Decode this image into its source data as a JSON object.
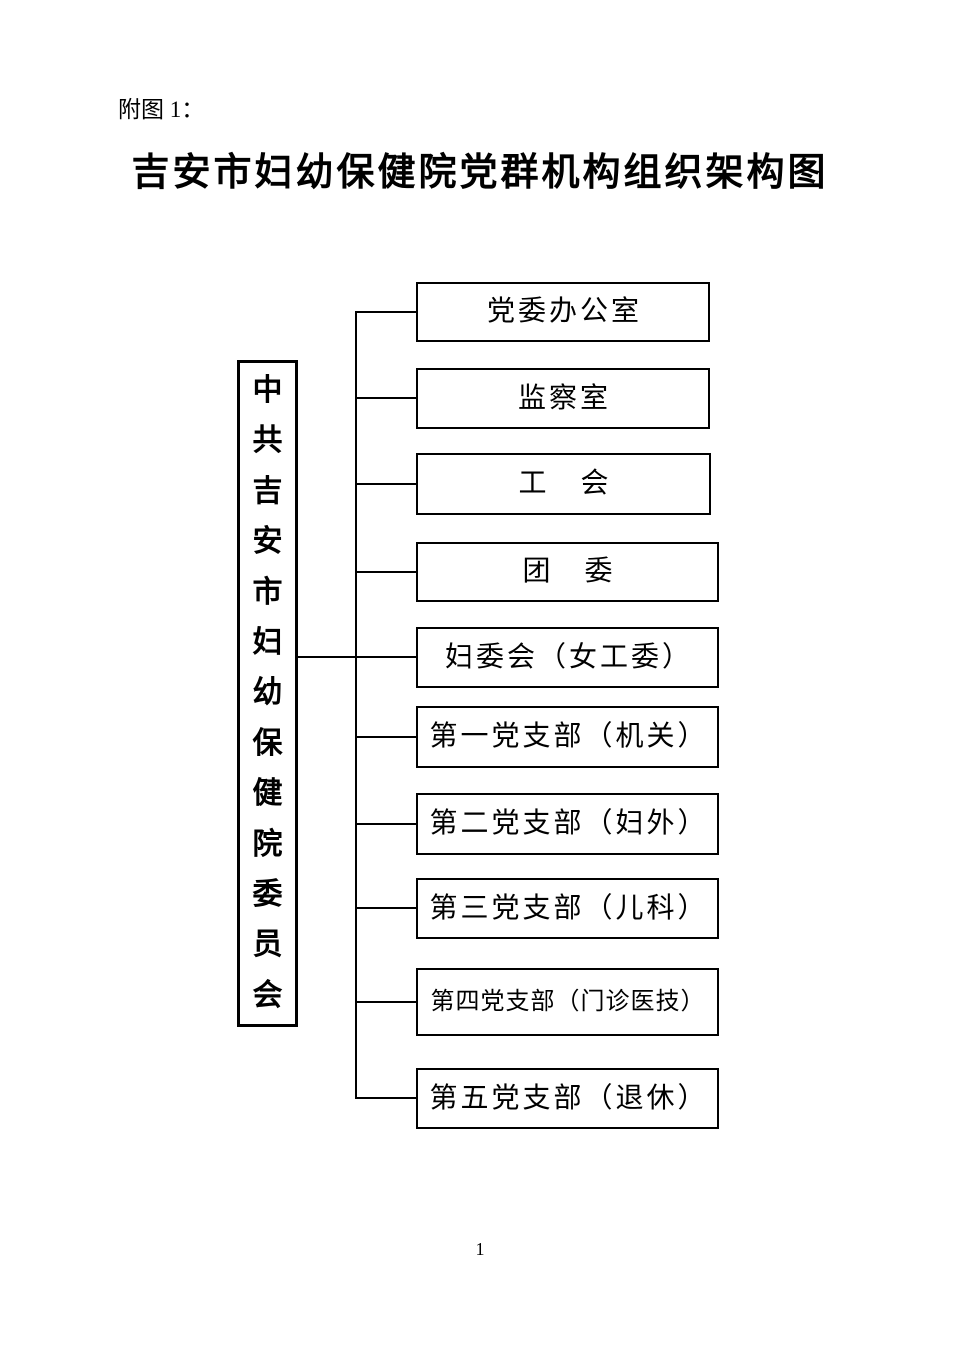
{
  "page": {
    "figure_label": "附图 1：",
    "title": "吉安市妇幼保健院党群机构组织架构图",
    "page_number": "1"
  },
  "org_chart": {
    "root": {
      "label": "中共吉安市妇幼保健院委员会"
    },
    "children": [
      {
        "label": "党委办公室"
      },
      {
        "label": "监察室"
      },
      {
        "label": "工　会"
      },
      {
        "label": "团　委"
      },
      {
        "label": "妇委会（女工委）"
      },
      {
        "label": "第一党支部（机关）"
      },
      {
        "label": "第二党支部（妇外）"
      },
      {
        "label": "第三党支部（儿科）"
      },
      {
        "label": "第四党支部（门诊医技）"
      },
      {
        "label": "第五党支部（退休）"
      }
    ],
    "line_color": "#000000"
  }
}
